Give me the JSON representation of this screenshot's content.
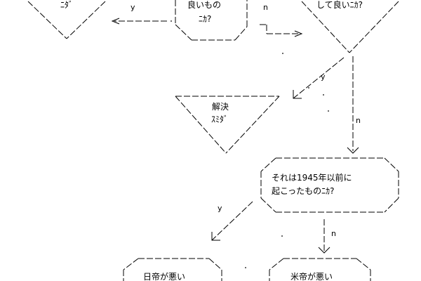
{
  "nodes": {
    "top_left_fragment": "ﾆﾀﾞ",
    "top_center_line1": "良いもの",
    "top_center_line2": "ﾆｶ?",
    "top_right_fragment": "して良いﾆｶ?",
    "resolved_line1": "解決",
    "resolved_line2": "ｽﾐﾀﾞ",
    "q1945_line1": "それは1945年以前に",
    "q1945_line2": "起こったものﾆｶ?",
    "bottom_left": "日帝が悪い",
    "bottom_right": "米帝が悪い"
  },
  "edges": {
    "top_y": "y",
    "top_n": "n",
    "right_y": "y",
    "right_n": "n",
    "q1945_y": "y",
    "q1945_n": "n"
  }
}
